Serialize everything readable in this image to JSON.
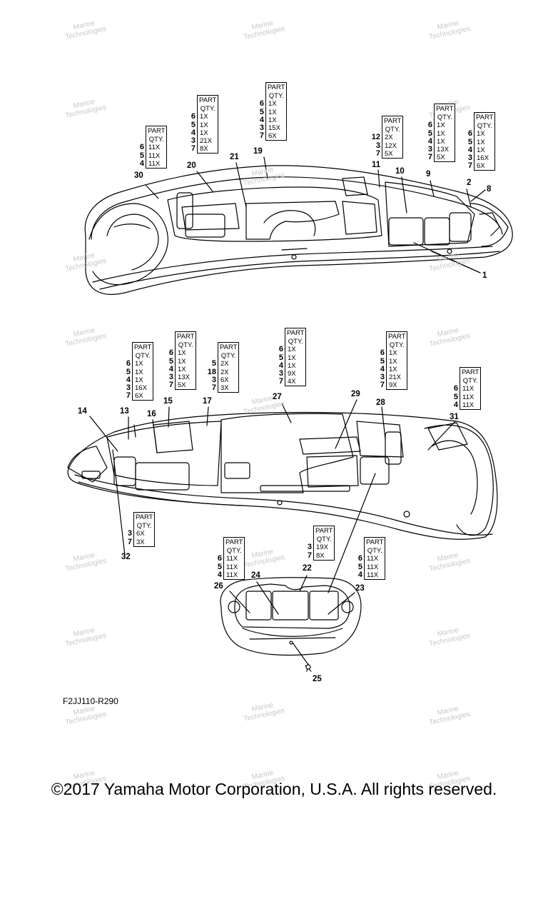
{
  "figure_code": "F2JJ110-R290",
  "copyright": "©2017 Yamaha Motor Corporation, U.S.A. All rights reserved.",
  "watermark": {
    "line1": "Marine",
    "line2": "Technologies"
  },
  "qty_tables": [
    {
      "id": "t1",
      "header": [
        "PART",
        "QTY."
      ],
      "rows": [
        [
          "6",
          "11X"
        ],
        [
          "5",
          "11X"
        ],
        [
          "4",
          "11X"
        ]
      ]
    },
    {
      "id": "t2",
      "header": [
        "PART",
        "QTY."
      ],
      "rows": [
        [
          "6",
          "1X"
        ],
        [
          "5",
          "1X"
        ],
        [
          "4",
          "1X"
        ],
        [
          "3",
          "21X"
        ],
        [
          "7",
          "8X"
        ]
      ]
    },
    {
      "id": "t3",
      "header": [
        "PART",
        "QTY."
      ],
      "rows": [
        [
          "6",
          "1X"
        ],
        [
          "5",
          "1X"
        ],
        [
          "4",
          "1X"
        ],
        [
          "3",
          "15X"
        ],
        [
          "7",
          "6X"
        ]
      ]
    },
    {
      "id": "t4",
      "header": [
        "PART",
        "QTY."
      ],
      "rows": [
        [
          "12",
          "2X"
        ],
        [
          "3",
          "12X"
        ],
        [
          "7",
          "5X"
        ]
      ]
    },
    {
      "id": "t5",
      "header": [
        "PART",
        "QTY."
      ],
      "rows": [
        [
          "6",
          "1X"
        ],
        [
          "5",
          "1X"
        ],
        [
          "4",
          "1X"
        ],
        [
          "3",
          "13X"
        ],
        [
          "7",
          "5X"
        ]
      ]
    },
    {
      "id": "t6",
      "header": [
        "PART",
        "QTY."
      ],
      "rows": [
        [
          "6",
          "1X"
        ],
        [
          "5",
          "1X"
        ],
        [
          "4",
          "1X"
        ],
        [
          "3",
          "16X"
        ],
        [
          "7",
          "6X"
        ]
      ]
    },
    {
      "id": "t7",
      "header": [
        "PART",
        "QTY."
      ],
      "rows": [
        [
          "6",
          "1X"
        ],
        [
          "5",
          "1X"
        ],
        [
          "4",
          "1X"
        ],
        [
          "3",
          "16X"
        ],
        [
          "7",
          "6X"
        ]
      ]
    },
    {
      "id": "t8",
      "header": [
        "PART",
        "QTY."
      ],
      "rows": [
        [
          "6",
          "1X"
        ],
        [
          "5",
          "1X"
        ],
        [
          "4",
          "1X"
        ],
        [
          "3",
          "13X"
        ],
        [
          "7",
          "5X"
        ]
      ]
    },
    {
      "id": "t9",
      "header": [
        "PART",
        "QTY."
      ],
      "rows": [
        [
          "5",
          "2X"
        ],
        [
          "18",
          "2X"
        ],
        [
          "3",
          "6X"
        ],
        [
          "7",
          "3X"
        ]
      ]
    },
    {
      "id": "t10",
      "header": [
        "PART",
        "QTY."
      ],
      "rows": [
        [
          "6",
          "1X"
        ],
        [
          "5",
          "1X"
        ],
        [
          "4",
          "1X"
        ],
        [
          "3",
          "9X"
        ],
        [
          "7",
          "4X"
        ]
      ]
    },
    {
      "id": "t11",
      "header": [
        "PART",
        "QTY."
      ],
      "rows": [
        [
          "6",
          "1X"
        ],
        [
          "5",
          "1X"
        ],
        [
          "4",
          "1X"
        ],
        [
          "3",
          "21X"
        ],
        [
          "7",
          "9X"
        ]
      ]
    },
    {
      "id": "t12",
      "header": [
        "PART",
        "QTY."
      ],
      "rows": [
        [
          "6",
          "11X"
        ],
        [
          "5",
          "11X"
        ],
        [
          "4",
          "11X"
        ]
      ]
    },
    {
      "id": "t13",
      "header": [
        "PART",
        "QTY."
      ],
      "rows": [
        [
          "3",
          "6X"
        ],
        [
          "7",
          "3X"
        ]
      ]
    },
    {
      "id": "t14",
      "header": [
        "PART",
        "QTY."
      ],
      "rows": [
        [
          "6",
          "11X"
        ],
        [
          "5",
          "11X"
        ],
        [
          "4",
          "11X"
        ]
      ]
    },
    {
      "id": "t15",
      "header": [
        "PART",
        "QTY."
      ],
      "rows": [
        [
          "3",
          "19X"
        ],
        [
          "7",
          "8X"
        ]
      ]
    },
    {
      "id": "t16",
      "header": [
        "PART",
        "QTY."
      ],
      "rows": [
        [
          "6",
          "11X"
        ],
        [
          "5",
          "11X"
        ],
        [
          "4",
          "11X"
        ]
      ]
    }
  ],
  "callouts": [
    "30",
    "20",
    "21",
    "19",
    "11",
    "10",
    "9",
    "2",
    "8",
    "1",
    "14",
    "13",
    "16",
    "15",
    "17",
    "27",
    "29",
    "28",
    "31",
    "32",
    "26",
    "24",
    "22",
    "23",
    "25"
  ]
}
